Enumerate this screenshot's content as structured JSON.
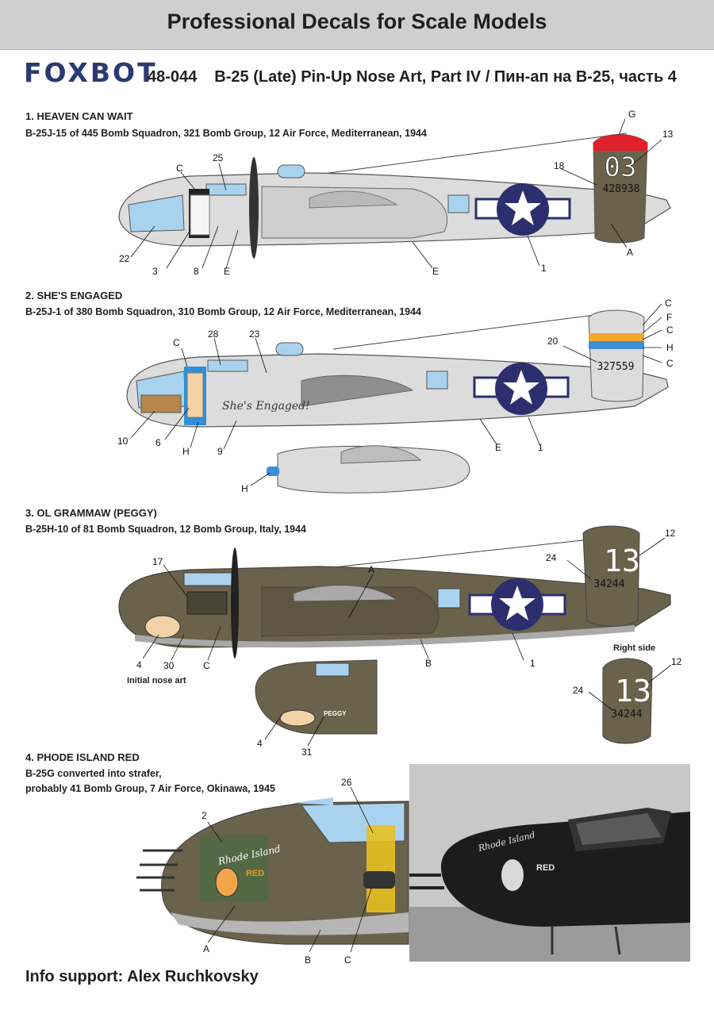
{
  "header": {
    "title": "Professional Decals for Scale Models"
  },
  "brand": {
    "logo": "FOXBOT"
  },
  "product": {
    "code": "48-044",
    "name": "B-25 (Late) Pin-Up Nose Art, Part IV / Пин-ап на B-25, часть 4"
  },
  "colors": {
    "silver": "#dcdcdc",
    "olive": "#6b624b",
    "insignia_blue": "#2c2f6e",
    "tail_red": "#e0202a",
    "tail_yellow": "#f2a82c",
    "tail_blue": "#3f8fd8",
    "glass": "#a9d2ee"
  },
  "sections": [
    {
      "title": "1. HEAVEN CAN WAIT",
      "subtitle": "B-25J-15 of 445 Bomb Squadron, 321 Bomb Group, 12 Air Force, Mediterranean, 1944",
      "tail_code": "03",
      "serial": "428938",
      "callouts": [
        "G",
        "13",
        "C",
        "25",
        "18",
        "22",
        "3",
        "8",
        "E",
        "E",
        "1",
        "A"
      ]
    },
    {
      "title": "2. SHE'S ENGAGED",
      "subtitle": "B-25J-1 of 380 Bomb Squadron, 310 Bomb Group, 12 Air Force, Mediterranean, 1944",
      "serial": "327559",
      "nose_text": "She's Engaged!",
      "callouts": [
        "C",
        "28",
        "23",
        "20",
        "C",
        "F",
        "C",
        "H",
        "C",
        "10",
        "6",
        "H",
        "9",
        "E",
        "1",
        "H"
      ]
    },
    {
      "title": "3. OL GRAMMAW (PEGGY)",
      "subtitle": "B-25H-10 of 81 Bomb Squadron, 12 Bomb Group, Italy, 1944",
      "tail_code": "13",
      "serial": "34244",
      "callouts": [
        "17",
        "A",
        "24",
        "12",
        "4",
        "30",
        "C",
        "B",
        "1",
        "4",
        "31",
        "12",
        "24"
      ],
      "caption_initial": "Initial nose art",
      "caption_right": "Right side",
      "nose_text": "PEGGY"
    },
    {
      "title": "4. PHODE ISLAND RED",
      "subtitle_line1": "B-25G converted into strafer,",
      "subtitle_line2": "probably 41 Bomb Group, 7 Air Force, Okinawa, 1945",
      "nose_text_1": "Rhode Island",
      "nose_text_2": "RED",
      "callouts": [
        "2",
        "26",
        "A",
        "B",
        "C"
      ]
    }
  ],
  "footer": {
    "credit": "Info support: Alex Ruchkovsky"
  }
}
